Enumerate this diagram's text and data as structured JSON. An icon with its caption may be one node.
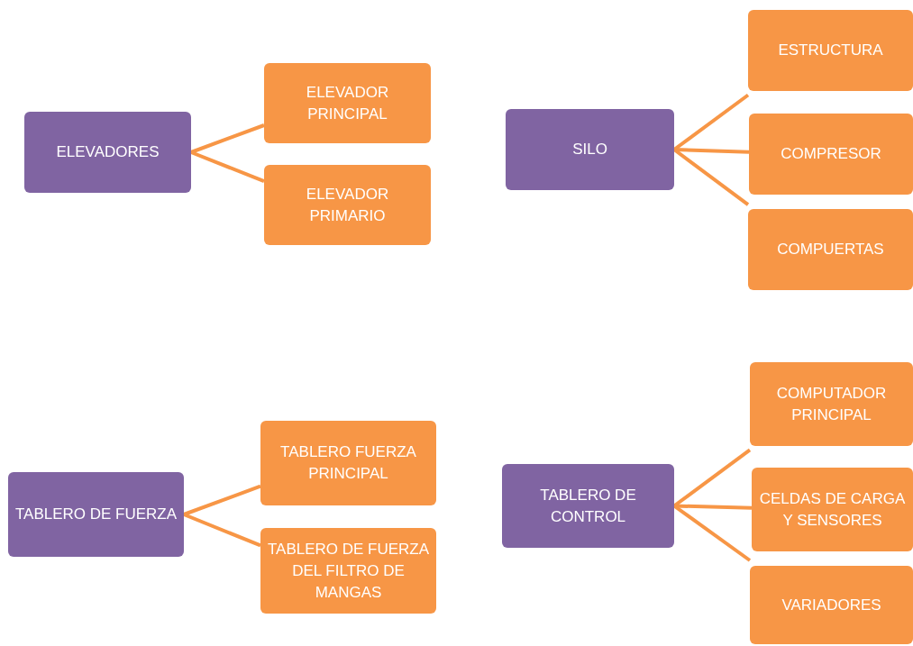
{
  "diagram": {
    "nodes": [
      {
        "text": [
          "ELEVADORES"
        ]
      },
      {
        "text": [
          "ELEVADOR PRINCIPAL"
        ]
      },
      {
        "text": [
          "ELEVADOR PRIMARIO"
        ]
      },
      {
        "text": [
          "SILO"
        ]
      },
      {
        "text": [
          "ESTRUCTURA"
        ]
      },
      {
        "text": [
          "COMPRESOR"
        ]
      },
      {
        "text": [
          "COMPUERTAS"
        ]
      },
      {
        "text": [
          "TABLERO DE FUERZA"
        ]
      },
      {
        "text": [
          "TABLERO FUERZA PRINCIPAL"
        ]
      },
      {
        "text": [
          "TABLERO DE FUERZA DEL FILTRO DE MANGAS"
        ]
      },
      {
        "text": [
          "TABLERO DE CONTROL"
        ]
      },
      {
        "text": [
          "COMPUTADOR PRINCIPAL"
        ]
      },
      {
        "text": [
          "CELDAS DE CARGA Y SENSORES"
        ]
      },
      {
        "text": [
          "VARIADORES"
        ]
      }
    ],
    "edges": [
      {
        "from": 0,
        "to": 1,
        "arrow": "none"
      },
      {
        "from": 0,
        "to": 2,
        "arrow": "none"
      },
      {
        "from": 3,
        "to": 4,
        "arrow": "none"
      },
      {
        "from": 3,
        "to": 5,
        "arrow": "none"
      },
      {
        "from": 3,
        "to": 6,
        "arrow": "none"
      },
      {
        "from": 7,
        "to": 8,
        "arrow": "none"
      },
      {
        "from": 7,
        "to": 9,
        "arrow": "none"
      },
      {
        "from": 10,
        "to": 11,
        "arrow": "none"
      },
      {
        "from": 10,
        "to": 12,
        "arrow": "none"
      },
      {
        "from": 10,
        "to": 13,
        "arrow": "none"
      }
    ]
  }
}
